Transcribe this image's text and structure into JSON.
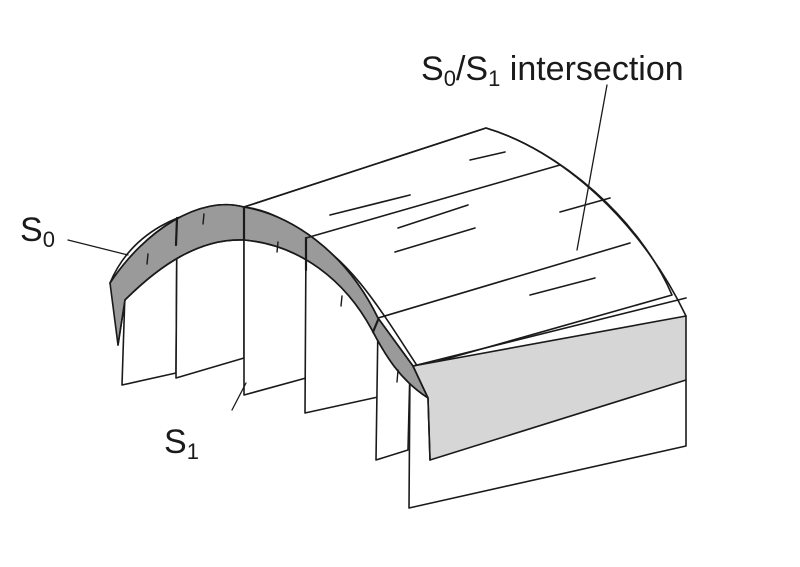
{
  "labels": {
    "s0": {
      "main": "S",
      "sub": "0"
    },
    "s1": {
      "main": "S",
      "sub": "1"
    },
    "intersection": {
      "main1": "S",
      "sub1": "0",
      "slash": "/",
      "main2": "S",
      "sub2": "1",
      "rest": " intersection"
    }
  },
  "colors": {
    "stroke": "#1a1a1a",
    "shade_band": "#9a9a9a",
    "shade_end": "#d6d6d6",
    "paper": "#ffffff"
  }
}
